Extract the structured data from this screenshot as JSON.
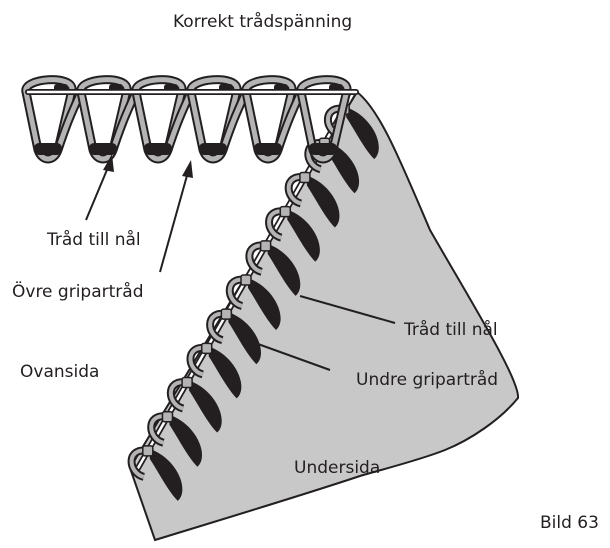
{
  "diagram": {
    "title": "Korrekt trådspänning",
    "labels": {
      "needle_thread_upper": "Tråd till nål",
      "upper_looper_thread": "Övre gripartråd",
      "top_side": "Ovansida",
      "needle_thread_lower": "Tråd till nål",
      "lower_looper_thread": "Undre gripartråd",
      "under_side": "Undersida"
    },
    "figure_number": "Bild 63"
  },
  "colors": {
    "fabric": "#c8c8c8",
    "thread_light": "#b4b4b4",
    "thread_dark": "#231f20",
    "outline": "#231f20",
    "background": "#ffffff"
  }
}
